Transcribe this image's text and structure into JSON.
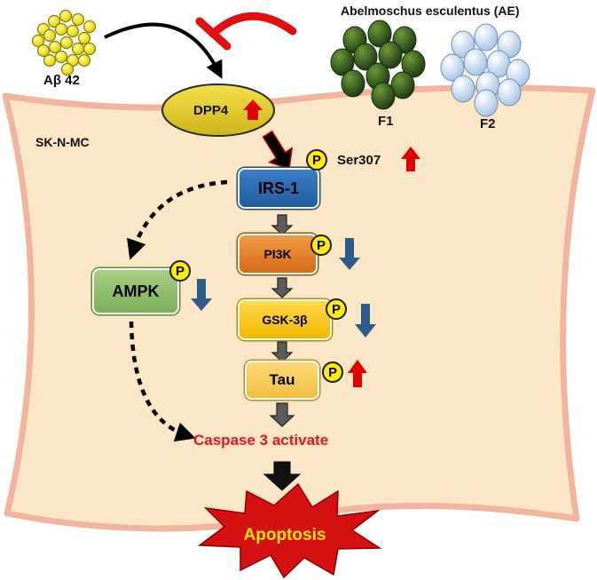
{
  "ab_label": "Aβ 42",
  "ae_title": "Abelmoschus esculentus (AE)",
  "f1_label": "F1",
  "f2_label": "F2",
  "cell_line": "SK-N-MC",
  "dpp4": "DPP4",
  "irs1": "IRS-1",
  "ser307": "Ser307",
  "pi3k": "PI3K",
  "gsk3b": "GSK-3β",
  "tau": "Tau",
  "ampk": "AMPK",
  "p_symbol": "P",
  "caspase": "Caspase 3 activate",
  "apoptosis": "Apoptosis",
  "colors": {
    "cell": "#fbe6c6",
    "cell_edge": "#f0b59c",
    "up_arrow": "#e00000",
    "down_arrow": "#2f5b8a",
    "caspase_text": "#e8141d",
    "burst": "#d41010",
    "burst_text": "#ffe600"
  }
}
